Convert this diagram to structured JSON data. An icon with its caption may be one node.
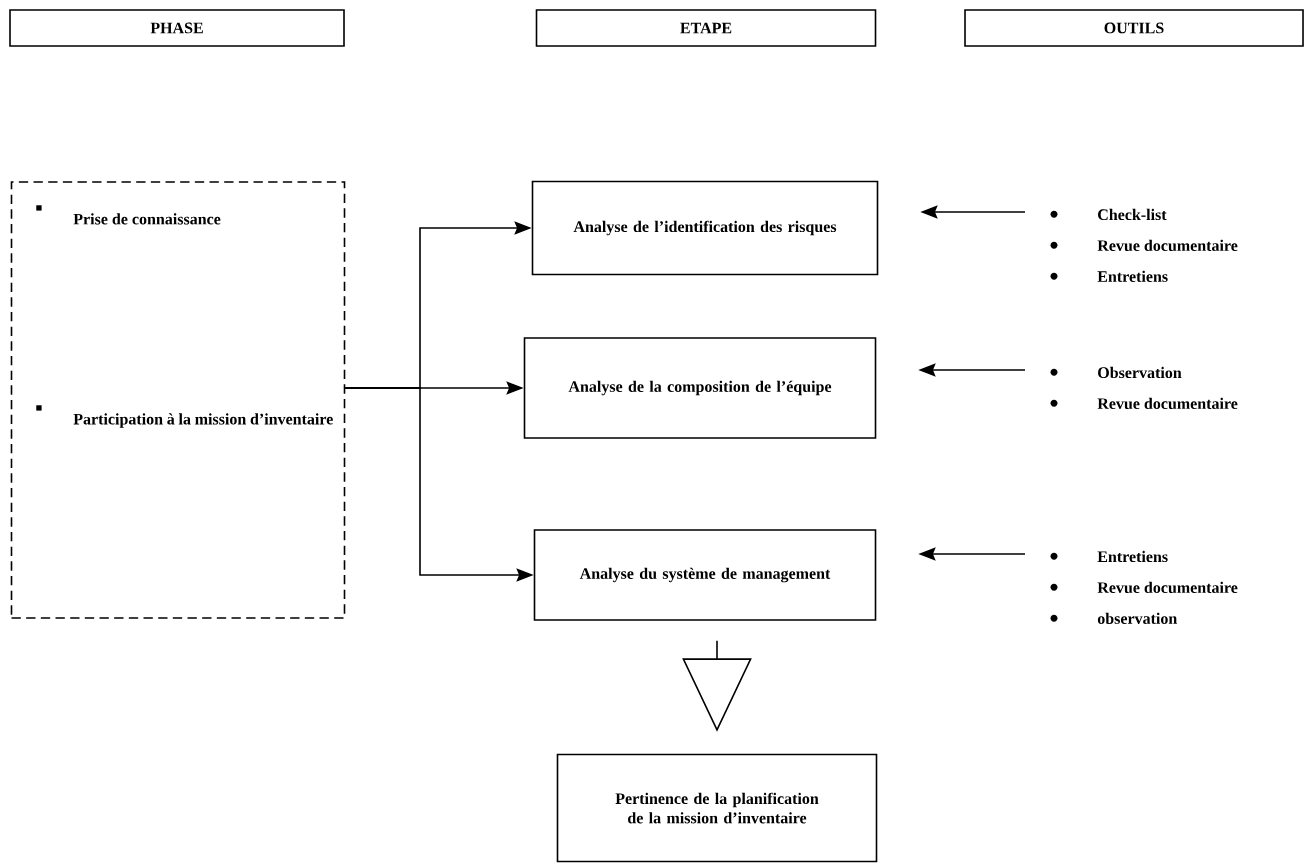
{
  "diagram": {
    "nodes": [
      {
        "text": [
          "PHASE"
        ]
      },
      {
        "text": [
          "ETAPE"
        ]
      },
      {
        "text": [
          "OUTILS"
        ]
      },
      {
        "text": [
          "Prise de connaissance",
          "Participation à la mission d’inventaire"
        ]
      },
      {
        "text": [
          "Analyse de l’identification des risques"
        ]
      },
      {
        "text": [
          "Analyse de la composition de l’équipe"
        ]
      },
      {
        "text": [
          "Analyse du système de management"
        ]
      },
      {
        "text": [
          "Check-list",
          "Revue documentaire",
          "Entretiens"
        ]
      },
      {
        "text": [
          "Observation",
          "Revue documentaire"
        ]
      },
      {
        "text": [
          "Entretiens",
          "Revue documentaire",
          "observation"
        ]
      },
      {
        "text": [
          "Pertinence de la planification de la mission d’inventaire"
        ]
      }
    ],
    "edges": [
      {
        "from": 3,
        "to": 4,
        "arrow": "to"
      },
      {
        "from": 3,
        "to": 5,
        "arrow": "to"
      },
      {
        "from": 3,
        "to": 6,
        "arrow": "to"
      },
      {
        "from": 7,
        "to": 4,
        "arrow": "to"
      },
      {
        "from": 8,
        "to": 5,
        "arrow": "to"
      },
      {
        "from": 9,
        "to": 6,
        "arrow": "to"
      },
      {
        "from": 6,
        "to": 10,
        "arrow": "to"
      }
    ]
  }
}
